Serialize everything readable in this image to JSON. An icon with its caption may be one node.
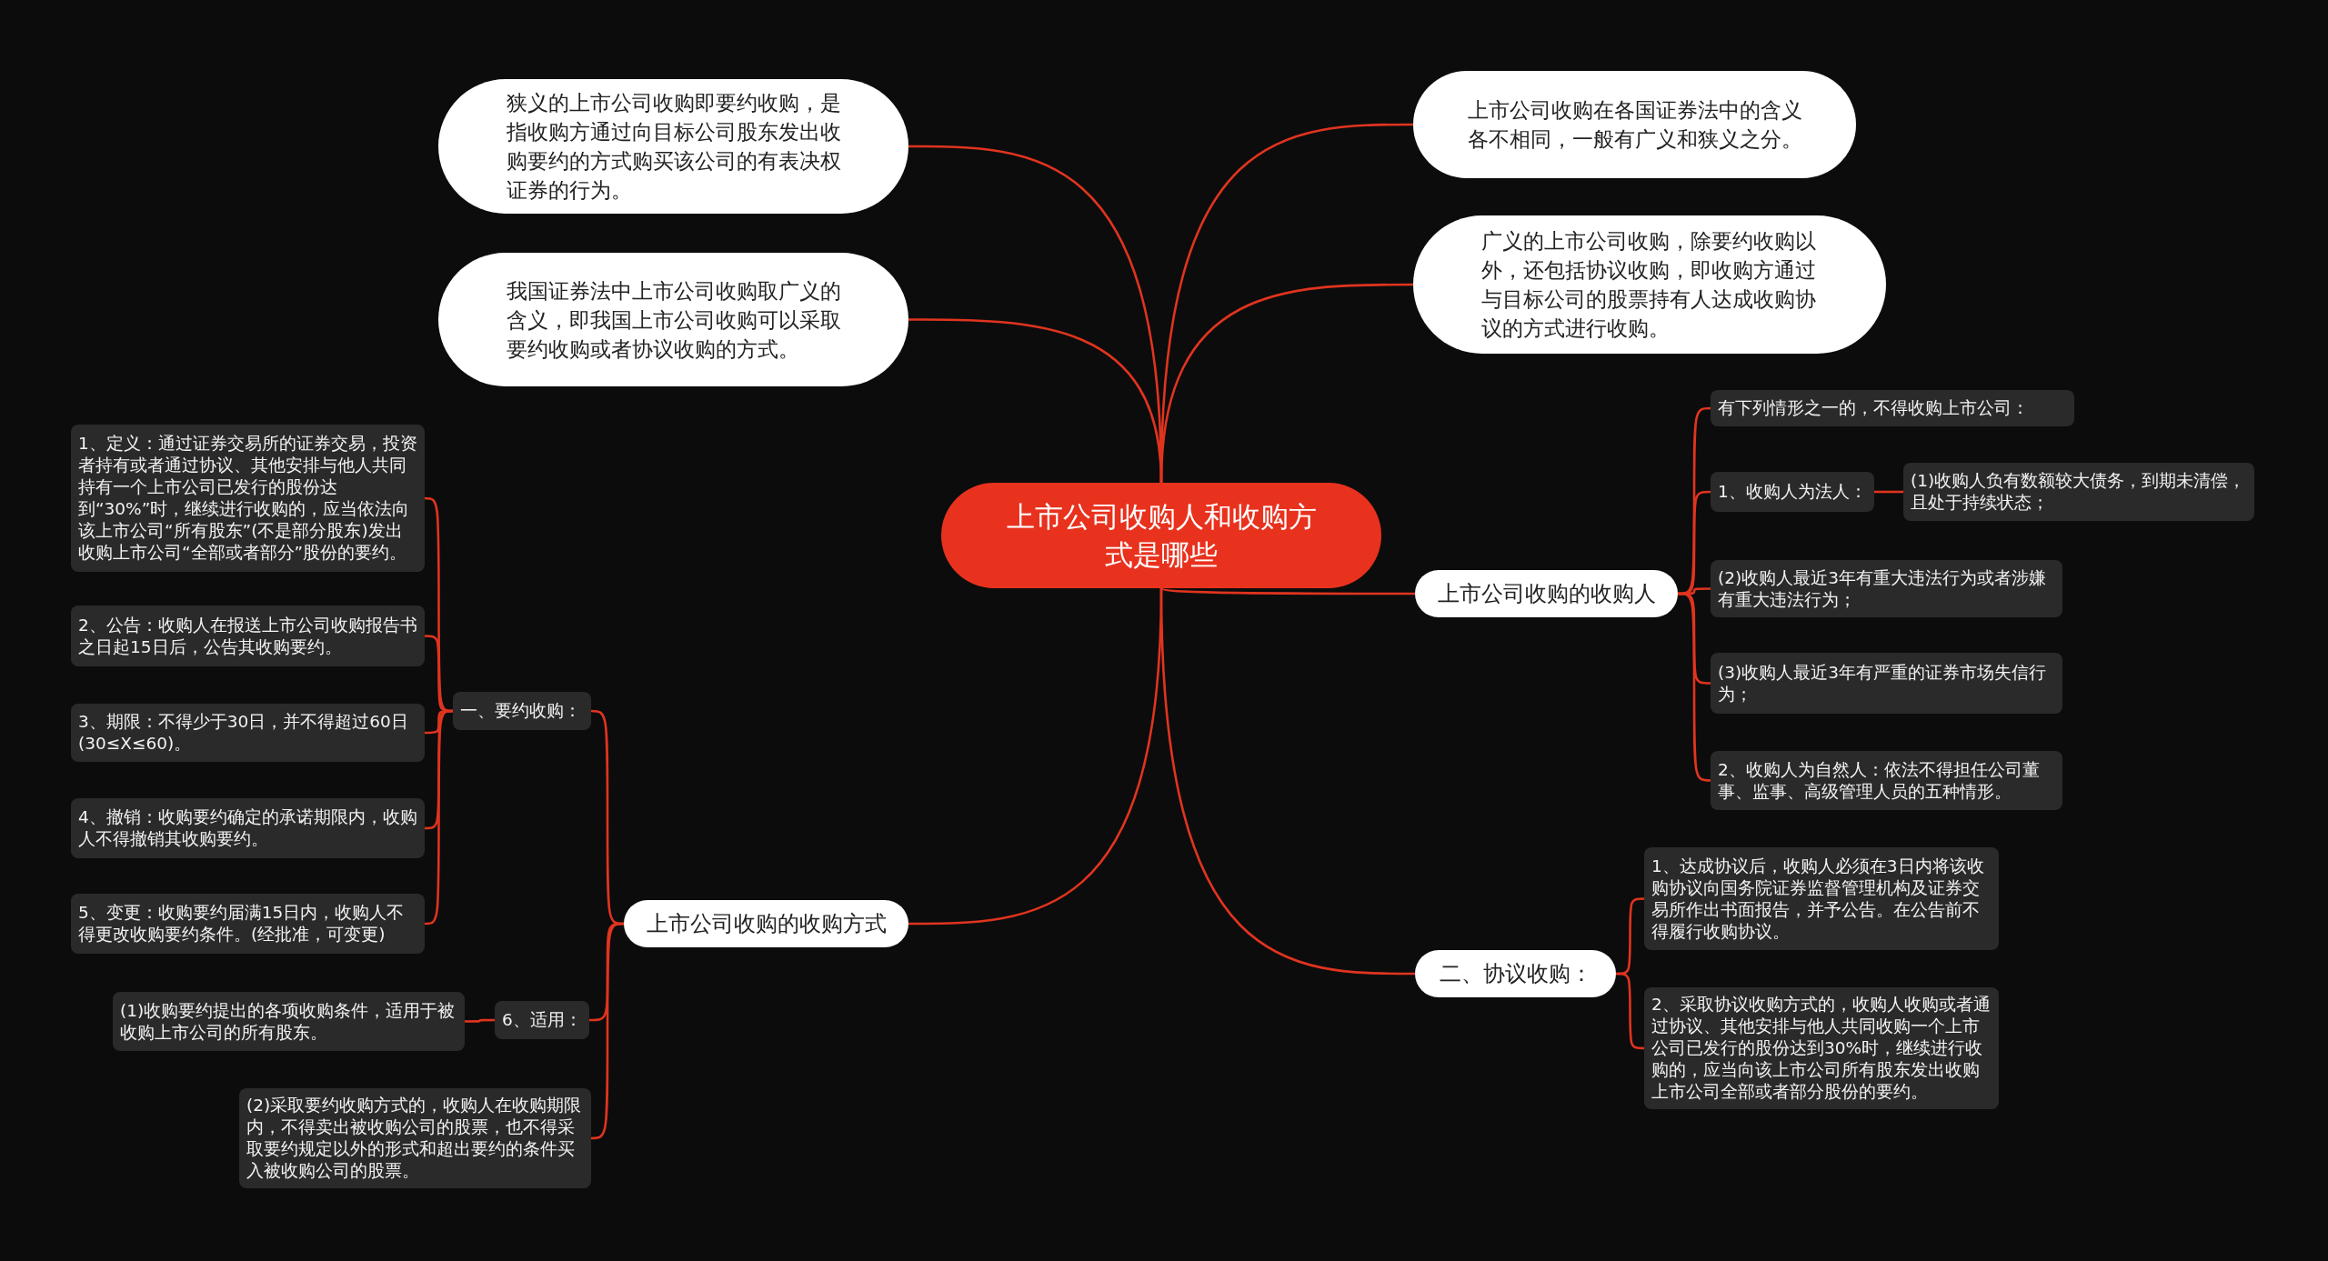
{
  "diagram": {
    "nodes": [
      {
        "text": [
          "上市公司收购人和收购方式是哪些"
        ]
      },
      {
        "text": [
          "狭义的上市公司收购即要约收购，是指收购方通过向目标公司股东发出收购要约的方式购买该公司的有表决权证券的行为。"
        ]
      },
      {
        "text": [
          "我国证券法中上市公司收购取广义的含义，即我国上市公司收购可以采取要约收购或者协议收购的方式。"
        ]
      },
      {
        "text": [
          "上市公司收购在各国证券法中的含义各不相同，一般有广义和狭义之分。"
        ]
      },
      {
        "text": [
          "广义的上市公司收购，除要约收购以外，还包括协议收购，即收购方通过与目标公司的股票持有人达成收购协议的方式进行收购。"
        ]
      },
      {
        "text": [
          "上市公司收购的收购人"
        ]
      },
      {
        "text": [
          "有下列情形之一的，不得收购上市公司："
        ]
      },
      {
        "text": [
          "1、收购人为法人："
        ]
      },
      {
        "text": [
          "(1)收购人负有数额较大债务，到期未清偿，且处于持续状态；"
        ]
      },
      {
        "text": [
          "(2)收购人最近3年有重大违法行为或者涉嫌有重大违法行为；"
        ]
      },
      {
        "text": [
          "(3)收购人最近3年有严重的证券市场失信行为；"
        ]
      },
      {
        "text": [
          "2、收购人为自然人：依法不得担任公司董事、监事、高级管理人员的五种情形。"
        ]
      },
      {
        "text": [
          "二、协议收购："
        ]
      },
      {
        "text": [
          "1、达成协议后，收购人必须在3日内将该收购协议向国务院证券监督管理机构及证券交易所作出书面报告，并予公告。在公告前不得履行收购协议。"
        ]
      },
      {
        "text": [
          "2、采取协议收购方式的，收购人收购或者通过协议、其他安排与他人共同收购一个上市公司已发行的股份达到30%时，继续进行收购的，应当向该上市公司所有股东发出收购上市公司全部或者部分股份的要约。"
        ]
      },
      {
        "text": [
          "上市公司收购的收购方式"
        ]
      },
      {
        "text": [
          "一、要约收购："
        ]
      },
      {
        "text": [
          "1、定义：通过证券交易所的证券交易，投资者持有或者通过协议、其他安排与他人共同持有一个上市公司已发行的股份达到“30%”时，继续进行收购的，应当依法向该上市公司“所有股东”(不是部分股东)发出收购上市公司“全部或者部分”股份的要约。"
        ]
      },
      {
        "text": [
          "2、公告：收购人在报送上市公司收购报告书之日起15日后，公告其收购要约。"
        ]
      },
      {
        "text": [
          "3、期限：不得少于30日，并不得超过60日(30≤X≤60)。"
        ]
      },
      {
        "text": [
          "4、撤销：收购要约确定的承诺期限内，收购人不得撤销其收购要约。"
        ]
      },
      {
        "text": [
          "5、变更：收购要约届满15日内，收购人不得更改收购要约条件。(经批准，可变更)"
        ]
      },
      {
        "text": [
          "6、适用："
        ]
      },
      {
        "text": [
          "(1)收购要约提出的各项收购条件，适用于被收购上市公司的所有股东。"
        ]
      },
      {
        "text": [
          "(2)采取要约收购方式的，收购人在收购期限内，不得卖出被收购公司的股票，也不得采取要约规定以外的形式和超出要约的条件买入被收购公司的股票。"
        ]
      }
    ],
    "edges": [
      {
        "from": 0,
        "to": 1,
        "arrow": "none"
      },
      {
        "from": 0,
        "to": 2,
        "arrow": "none"
      },
      {
        "from": 0,
        "to": 3,
        "arrow": "none"
      },
      {
        "from": 0,
        "to": 4,
        "arrow": "none"
      },
      {
        "from": 0,
        "to": 5,
        "arrow": "none"
      },
      {
        "from": 0,
        "to": 12,
        "arrow": "none"
      },
      {
        "from": 0,
        "to": 15,
        "arrow": "none"
      },
      {
        "from": 5,
        "to": 6,
        "arrow": "none"
      },
      {
        "from": 5,
        "to": 7,
        "arrow": "none"
      },
      {
        "from": 5,
        "to": 9,
        "arrow": "none"
      },
      {
        "from": 5,
        "to": 10,
        "arrow": "none"
      },
      {
        "from": 5,
        "to": 11,
        "arrow": "none"
      },
      {
        "from": 7,
        "to": 8,
        "arrow": "none"
      },
      {
        "from": 12,
        "to": 13,
        "arrow": "none"
      },
      {
        "from": 12,
        "to": 14,
        "arrow": "none"
      },
      {
        "from": 15,
        "to": 16,
        "arrow": "none"
      },
      {
        "from": 15,
        "to": 22,
        "arrow": "none"
      },
      {
        "from": 15,
        "to": 24,
        "arrow": "none"
      },
      {
        "from": 16,
        "to": 17,
        "arrow": "none"
      },
      {
        "from": 16,
        "to": 18,
        "arrow": "none"
      },
      {
        "from": 16,
        "to": 19,
        "arrow": "none"
      },
      {
        "from": 16,
        "to": 20,
        "arrow": "none"
      },
      {
        "from": 16,
        "to": 21,
        "arrow": "none"
      },
      {
        "from": 22,
        "to": 23,
        "arrow": "none"
      }
    ]
  }
}
